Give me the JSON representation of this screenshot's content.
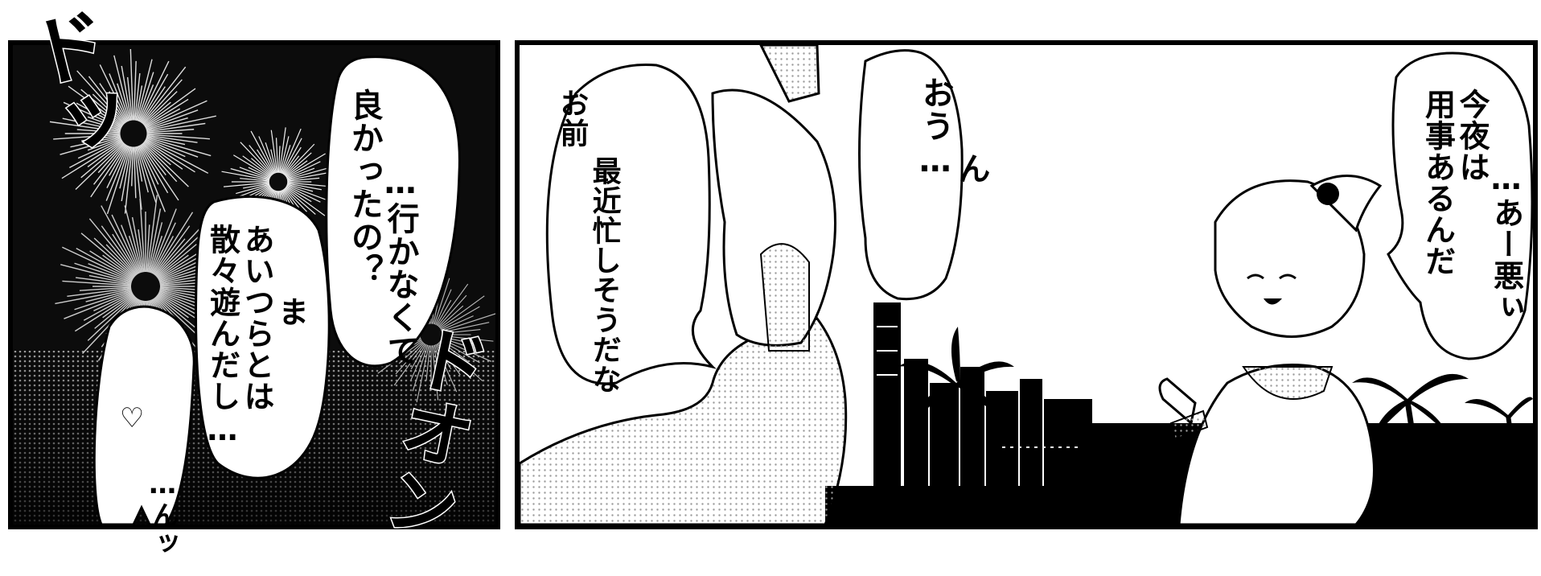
{
  "left_panel": {
    "bubbles": [
      {
        "lines": [
          "…行かなくて",
          "良かったの？"
        ]
      },
      {
        "lines": [
          "ま",
          "あいつらとは",
          "散々遊んだし…"
        ]
      },
      {
        "lines": [
          "…んッ",
          "♡"
        ]
      }
    ],
    "sfx": [
      "ドッ",
      "ドオン"
    ]
  },
  "right_panel": {
    "bubbles": [
      {
        "lines": [
          "…あー悪ぃ",
          "今夜は",
          "用事あるんだ"
        ]
      },
      {
        "lines": [
          "ん",
          "おう…"
        ]
      },
      {
        "lines": [
          "最近忙しそうだな",
          "お前"
        ]
      }
    ]
  }
}
